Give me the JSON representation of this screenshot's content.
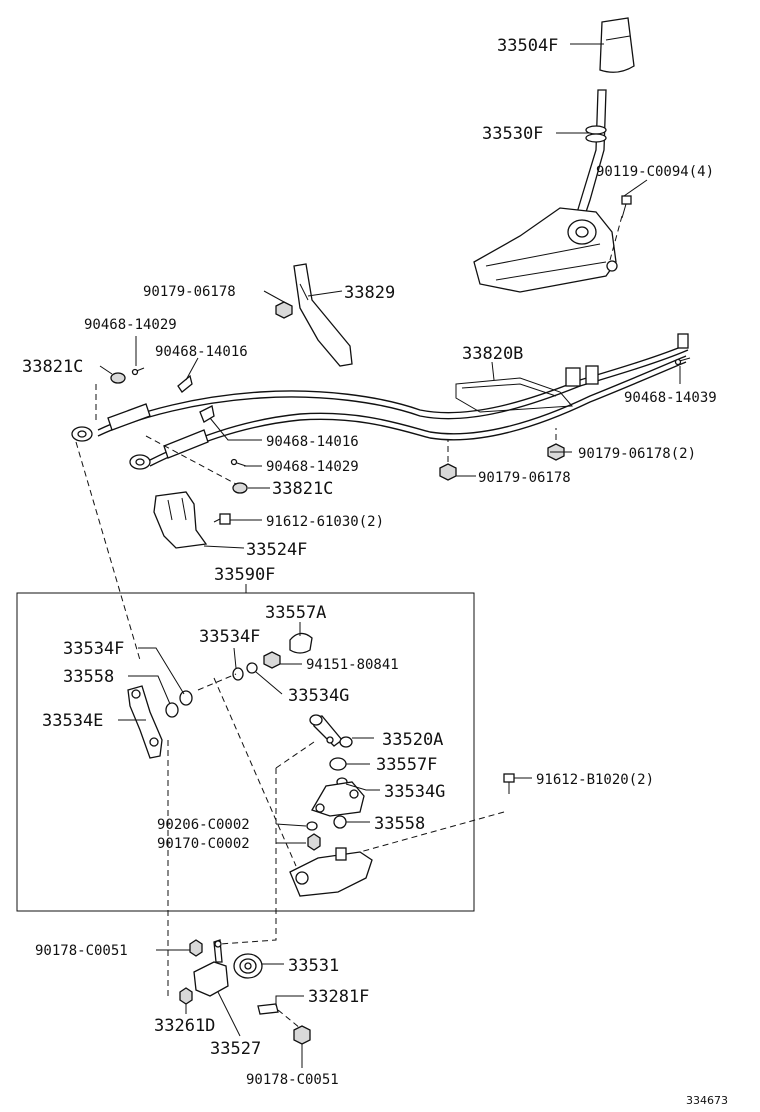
{
  "labels": {
    "l33504F": "33504F",
    "l33530F": "33530F",
    "l90119": "90119-C0094(4)",
    "l90179a": "90179-06178",
    "l33829": "33829",
    "l90468_14029a": "90468-14029",
    "l90468_14016a": "90468-14016",
    "l33821Ca": "33821C",
    "l33820B": "33820B",
    "l90468_14039": "90468-14039",
    "l90468_14016b": "90468-14016",
    "l90179b": "90179-06178(2)",
    "l90468_14029b": "90468-14029",
    "l90179c": "90179-06178",
    "l33821Cb": "33821C",
    "l91612_61030": "91612-61030(2)",
    "l33524F": "33524F",
    "l33590F": "33590F",
    "l33557A": "33557A",
    "l33534Fa": "33534F",
    "l33534Fb": "33534F",
    "l94151": "94151-80841",
    "l33558a": "33558",
    "l33534G_a": "33534G",
    "l33534E": "33534E",
    "l33520A": "33520A",
    "l33557F": "33557F",
    "l91612_B1020": "91612-B1020(2)",
    "l33534G_b": "33534G",
    "l90206": "90206-C0002",
    "l33558b": "33558",
    "l90170": "90170-C0002",
    "l90178a": "90178-C0051",
    "l33531": "33531",
    "l33281F": "33281F",
    "l33261D": "33261D",
    "l33527": "33527",
    "l90178b": "90178-C0051",
    "ref": "334673"
  }
}
